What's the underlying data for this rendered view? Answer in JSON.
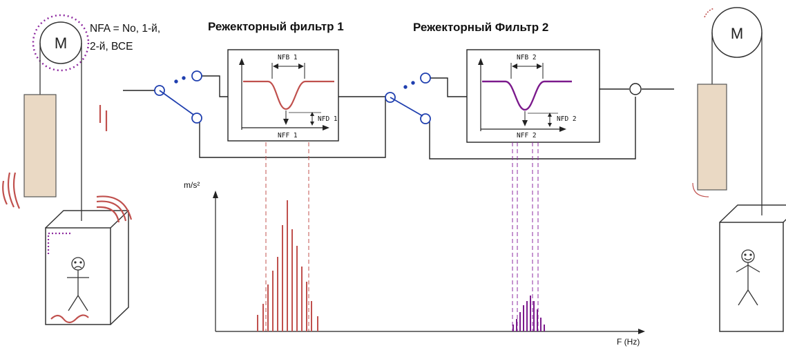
{
  "motor_label": "M",
  "nfa_text": {
    "line1": "NFA = No, 1-й,",
    "line2": "2-й, ВСЕ"
  },
  "filter1": {
    "title": "Режекторный фильтр 1",
    "nfb": "NFB 1",
    "nfd": "NFD 1",
    "nff": "NFF 1"
  },
  "filter2": {
    "title": "Режекторный Фильтр 2",
    "nfb": "NFB 2",
    "nfd": "NFD 2",
    "nff": "NFF 2"
  },
  "spectrum": {
    "y_label": "m/s²",
    "x_label": "F (Hz)"
  },
  "colors": {
    "filter1": "#c0504d",
    "filter2": "#7b1a8c",
    "switch": "#1f3faf",
    "line": "#222222"
  },
  "icons": [
    "motor-icon",
    "counterweight-icon",
    "elevator-car-icon",
    "sad-face-icon",
    "happy-face-icon",
    "selector-switch-icon",
    "summing-junction-icon",
    "vibration-lines-icon"
  ]
}
